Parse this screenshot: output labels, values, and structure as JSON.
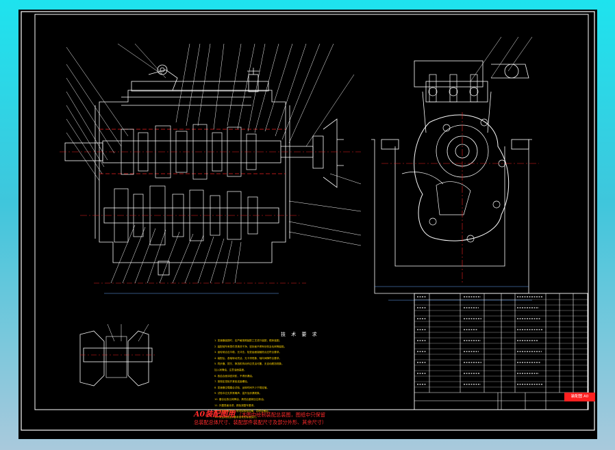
{
  "drawing": {
    "tech_title": "技 术 要 求",
    "tech_notes": [
      "1. 变速器装配时，应严格按照装配工艺进行装配，顺序装配。",
      "2. 装配前所有零件须清洗干净，密封面不得有划伤及毛刺等缺陷。",
      "3. 齿轮啮合应平稳，无冲击，检查齿面接触斑点应符合要求。",
      "4. 装配后，各轴转动灵活，无卡滞现象，轴向间隙符合要求。",
      "5. 同步器、拨叉、换挡机构动作应灵活可靠，无自动脱挡现象。",
      "   加入润滑油，注意油面高度。",
      "6. 各结合面涂密封胶，不得渗漏油。",
      "7. 按规定扭矩拧紧各连接螺栓。",
      "8. 变速器空载磨合试验，运转时间不少于规定值。",
      "9. 试验中应无异常噪声、温升及渗漏现象。",
      "10. 磨合后放出润滑油，清洗后重新加注新油。",
      "11. 外露表面涂漆，颜色按整车要求。",
      "12. 变速器总成出厂前须经检验合格，并附合格证。",
      "13. 未注明的技术要求按有关标准执行。"
    ],
    "stamp": "装配图 A0",
    "caption_line1_big": "A0装配图用",
    "caption_line1_rest": "（本图中绘制装配总装图，图纸中只保留",
    "caption_line2": "总装配总体尺寸、装配部件装配尺寸及部分外形、其余尺寸）"
  }
}
